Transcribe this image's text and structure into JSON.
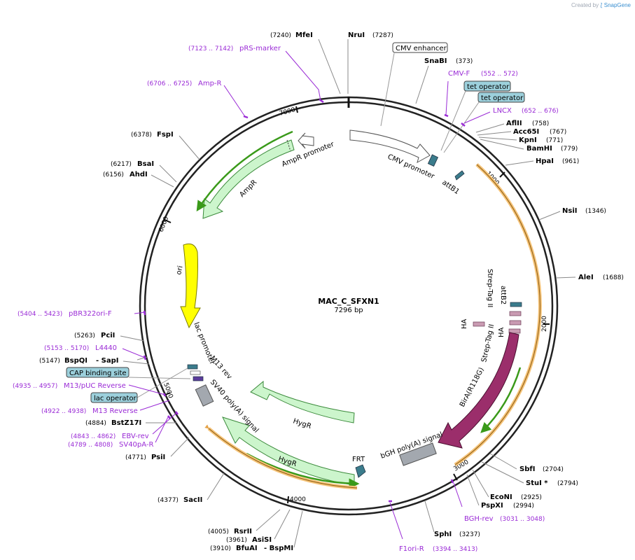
{
  "credit": {
    "created_by": "Created by",
    "brand": "SnapGene"
  },
  "plasmid": {
    "name": "MAC_C_SFXN1",
    "size": "7296 bp"
  },
  "ticks": [
    "1000",
    "2000",
    "3000",
    "4000",
    "5000",
    "6000",
    "7000"
  ],
  "enzymes_top": [
    {
      "pos": "(7240)",
      "name": "MfeI"
    },
    {
      "name": "NruI",
      "pos": "(7287)"
    },
    {
      "name": "SnaBI",
      "pos": "(373)"
    }
  ],
  "enzymes_right": [
    {
      "name": "AflII",
      "pos": "(758)"
    },
    {
      "name": "Acc65I",
      "pos": "(767)"
    },
    {
      "name": "KpnI",
      "pos": "(771)"
    },
    {
      "name": "BamHI",
      "pos": "(779)"
    },
    {
      "name": "HpaI",
      "pos": "(961)"
    },
    {
      "name": "NsiI",
      "pos": "(1346)"
    },
    {
      "name": "AleI",
      "pos": "(1688)"
    },
    {
      "name": "SbfI",
      "pos": "(2704)"
    },
    {
      "name": "StuI *",
      "pos": "(2794)"
    },
    {
      "name": "EcoNI",
      "pos": "(2925)"
    },
    {
      "name": "PspXI",
      "pos": "(2994)"
    },
    {
      "name": "SphI",
      "pos": "(3237)"
    }
  ],
  "enzymes_left": [
    {
      "pos": "(6378)",
      "name": "FspI"
    },
    {
      "pos": "(6217)",
      "name": "BsaI"
    },
    {
      "pos": "(6156)",
      "name": "AhdI"
    },
    {
      "pos": "(5263)",
      "name": "PciI"
    },
    {
      "pos": "(5147)",
      "name": "BspQI",
      "extra": "- SapI"
    },
    {
      "pos": "(4884)",
      "name": "BstZ17I"
    },
    {
      "pos": "(4771)",
      "name": "PsiI"
    },
    {
      "pos": "(4377)",
      "name": "SacII"
    },
    {
      "pos": "(4005)",
      "name": "RsrII"
    },
    {
      "pos": "(3961)",
      "name": "AsiSI"
    },
    {
      "pos": "(3910)",
      "name": "BfuAI",
      "extra": "- BspMI"
    }
  ],
  "primers": [
    {
      "range": "(7123 .. 7142)",
      "name": "pRS-marker"
    },
    {
      "range": "(6706 .. 6725)",
      "name": "Amp-R"
    },
    {
      "name": "CMV-F",
      "range": "(552 .. 572)"
    },
    {
      "name": "LNCX",
      "range": "(652 .. 676)"
    },
    {
      "range": "(5404 .. 5423)",
      "name": "pBR322ori-F"
    },
    {
      "range": "(5153 .. 5170)",
      "name": "L4440"
    },
    {
      "range": "(4935 .. 4957)",
      "name": "M13/pUC Reverse"
    },
    {
      "range": "(4922 .. 4938)",
      "name": "M13 Reverse"
    },
    {
      "range": "(4843 .. 4862)",
      "name": "EBV-rev"
    },
    {
      "range": "(4789 .. 4808)",
      "name": "SV40pA-R"
    },
    {
      "name": "BGH-rev",
      "range": "(3031 .. 3048)"
    },
    {
      "name": "F1ori-R",
      "range": "(3394 .. 3413)"
    }
  ],
  "boxed_features": {
    "cmv_enhancer": "CMV enhancer",
    "tet_operator_1": "tet operator",
    "tet_operator_2": "tet operator",
    "cap_binding_site": "CAP binding site",
    "lac_operator": "lac operator"
  },
  "features": {
    "cmv_promoter": "CMV promoter",
    "attB1": "attB1",
    "attB2": "attB2",
    "strep_tag_1": "Strep-Tag II",
    "ha_1": "HA",
    "ha_2": "HA",
    "strep_tag_2": "Strep-Tag II",
    "birA": "BirA(R118G)",
    "bgh_polya": "bGH poly(A) signal",
    "frt": "FRT",
    "hygr_1": "HygR",
    "hygr_2": "HygR",
    "sv40_polya": "SV40 poly(A) signal",
    "m13_rev": "M13 rev",
    "lac_promoter": "lac promoter",
    "ori": "ori",
    "ampr": "AmpR",
    "ampr_promoter": "AmpR promoter"
  },
  "colors": {
    "backbone": "#222222",
    "primer": "#9a2bd6",
    "ampr": "#ccf5cc",
    "ori": "#ffff00",
    "birA": "#9b2e6b",
    "hygr": "#ccf5cc",
    "polya": "#a3a8af",
    "orange_arc": "#f5c378",
    "green_arc": "#3a9a1a",
    "boxed_fill": "#9cd0dc"
  }
}
